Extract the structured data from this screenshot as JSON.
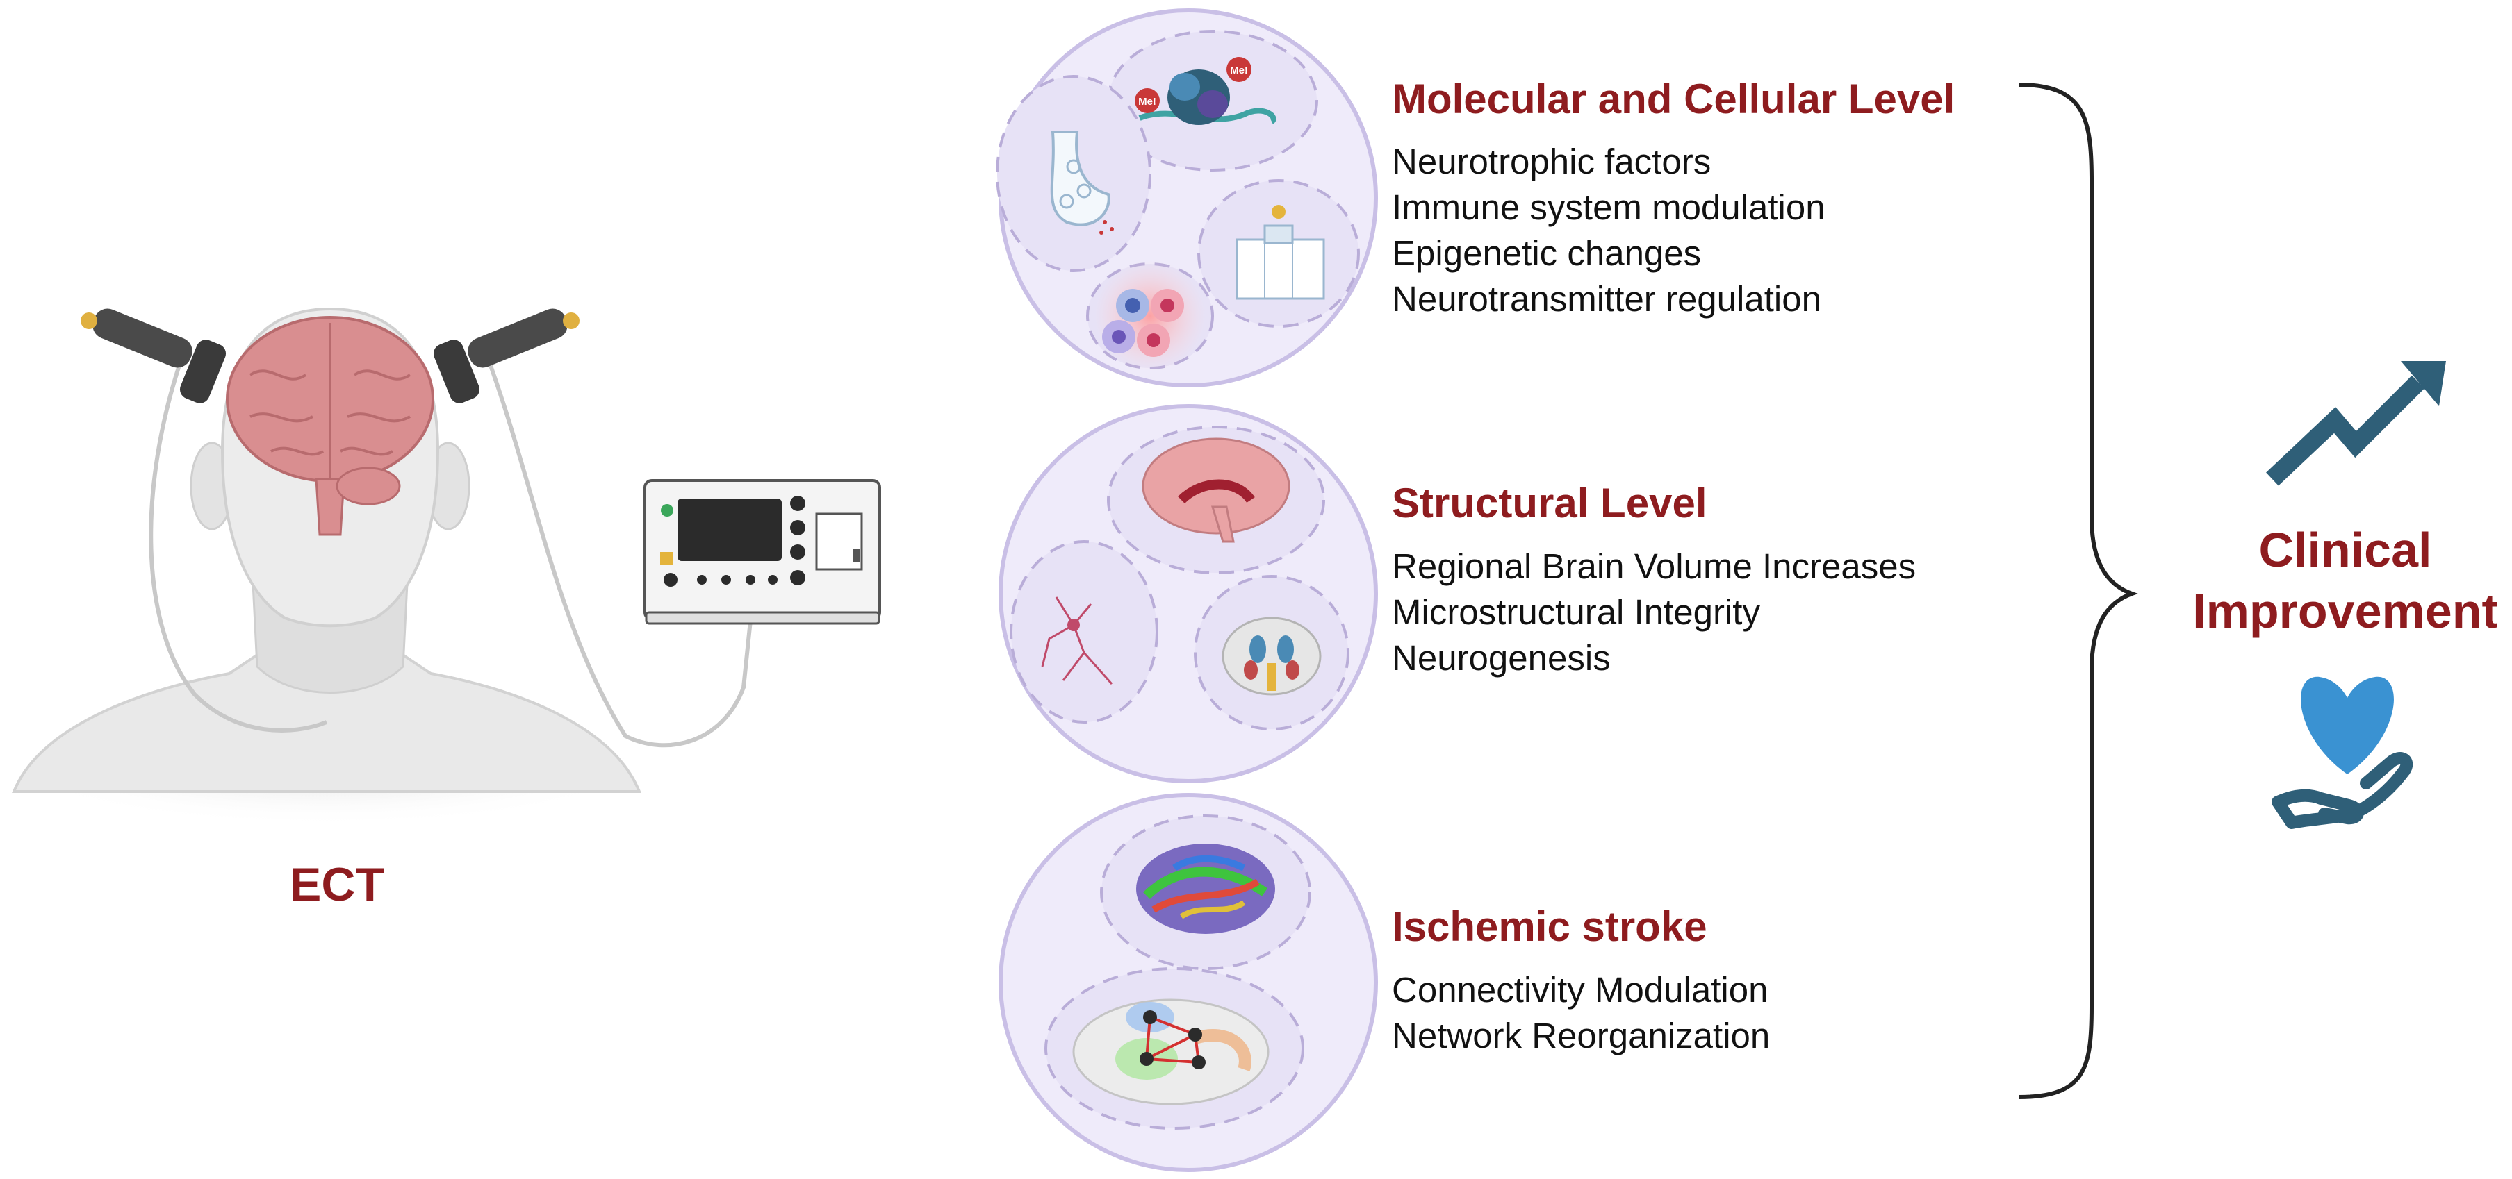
{
  "colors": {
    "accent": "#8e1c1f",
    "text": "#111111",
    "bubble_fill": "#efebfa",
    "bubble_stroke": "#c9bfe6",
    "trend_arrow": "#2f5f78",
    "heart": "#3a92d2",
    "hand": "#2f5f78"
  },
  "left": {
    "label": "ECT"
  },
  "sections": [
    {
      "title": "Molecular and Cellular Level",
      "items": [
        "Neurotrophic factors",
        "Immune system modulation",
        "Epigenetic changes",
        "Neurotransmitter regulation"
      ],
      "icons": [
        "dna-nucleosome-icon",
        "synapse-icon",
        "immune-cells-icon",
        "assay-plate-icon"
      ]
    },
    {
      "title": "Structural Level",
      "items": [
        "Regional Brain Volume Increases",
        "Microstructural Integrity",
        "Neurogenesis"
      ],
      "icons": [
        "sagittal-brain-icon",
        "neuron-icon",
        "coronal-brain-icon"
      ]
    },
    {
      "title": "Ischemic stroke",
      "items": [
        "Connectivity Modulation",
        "Network Reorganization"
      ],
      "icons": [
        "tractography-brain-icon",
        "brain-network-icon"
      ]
    }
  ],
  "outcome": {
    "line1": "Clinical",
    "line2": "Improvement",
    "icons": [
      "trend-up-arrow-icon",
      "heart-in-hand-icon"
    ]
  },
  "nucleosome_marks": [
    "Me!",
    "Me!"
  ]
}
